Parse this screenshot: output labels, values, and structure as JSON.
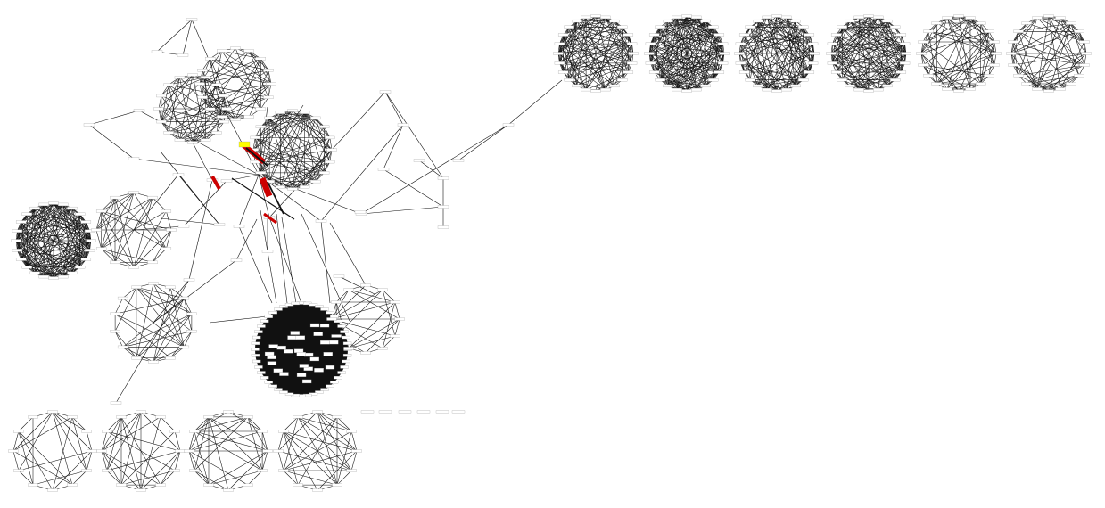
{
  "diagram": {
    "type": "network-graph",
    "background": "#ffffff",
    "colors": {
      "edge": "#111111",
      "node_label": "#111111",
      "highlight_node": "#ffff00",
      "highlight_edge": "#cc0000",
      "dense_cluster_fill": "#111111"
    },
    "clusters": [
      {
        "id": "cluster-left"
      },
      {
        "id": "cluster-center-left"
      },
      {
        "id": "cluster-top-a"
      },
      {
        "id": "cluster-top-b"
      },
      {
        "id": "cluster-hub"
      },
      {
        "id": "cluster-lower-left"
      },
      {
        "id": "cluster-dense"
      },
      {
        "id": "cluster-right-fan"
      },
      {
        "id": "cluster-ring-1"
      },
      {
        "id": "cluster-ring-2"
      },
      {
        "id": "cluster-ring-3"
      },
      {
        "id": "cluster-ring-4"
      },
      {
        "id": "cluster-ring-5"
      },
      {
        "id": "cluster-ring-6"
      },
      {
        "id": "cluster-bottom-1"
      },
      {
        "id": "cluster-bottom-2"
      },
      {
        "id": "cluster-bottom-3"
      },
      {
        "id": "cluster-bottom-4"
      }
    ],
    "isolated_node_count": 6
  }
}
